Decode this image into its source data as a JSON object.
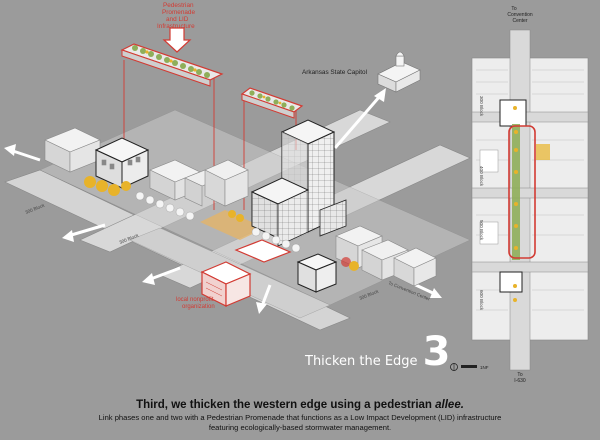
{
  "labels": {
    "promenade_line1": "Pedestrian",
    "promenade_line2": "Promenade",
    "promenade_line3": "and LID",
    "promenade_line4": "Infrastructure",
    "capitol": "Arkansas State Capitol",
    "nonprofit_line1": "local nonprofit",
    "nonprofit_line2": "organization",
    "convention": "To Convention Center",
    "convention_line1": "To",
    "convention_line2": "Convention",
    "convention_line3": "Center",
    "i630_line1": "To",
    "i630_line2": "I-630",
    "block_300": "300 Block",
    "block_400": "400 Block",
    "block_500": "500 Block",
    "block_600": "600 Block",
    "scale_label": "1NF"
  },
  "phase": {
    "text": "Thicken the Edge",
    "number": "3"
  },
  "caption": {
    "title_prefix": "Third, we thicken the western edge using a pedestrian ",
    "title_em": "allee.",
    "line1": "Link phases one and two with a Pedestrian Promenade that functions as a Low Impact Development (LID) infrastructure",
    "line2": "featuring ecologically-based stormwater management."
  },
  "colors": {
    "background": "#9b9b9b",
    "accent_red": "#d23b33",
    "building_white": "#ececec",
    "tree_yellow": "#e8b32a",
    "tree_green": "#8fae5a",
    "street": "#d9d9d9"
  }
}
